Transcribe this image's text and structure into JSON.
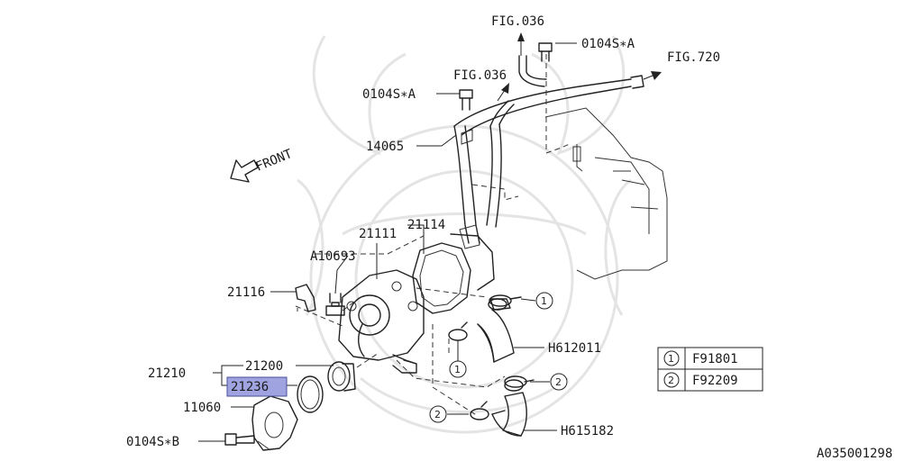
{
  "labels": {
    "fig036_top": "FIG.036",
    "fig036_mid": "FIG.036",
    "fig720": "FIG.720",
    "bolt_a_top": "0104S∗A",
    "bolt_a_mid": "0104S∗A",
    "pipe": "14065",
    "front": "FRONT",
    "gasket_21114": "21114",
    "pump_21111": "21111",
    "bolt_a10693": "A10693",
    "pipe_21116": "21116",
    "assy_21210": "21210",
    "thermo_21200": "21200",
    "gasket_21236": "21236",
    "cover_11060": "11060",
    "bolt_b": "0104S∗B",
    "hose_h612011": "H612011",
    "hose_h615182": "H615182",
    "diagram_id": "A035001298"
  },
  "callouts": {
    "one": "1",
    "two": "2"
  },
  "legend": {
    "rows": [
      {
        "num": "1",
        "part": "F91801"
      },
      {
        "num": "2",
        "part": "F92209"
      }
    ]
  },
  "colors": {
    "highlight": "#9fa3e0",
    "highlight_border": "#4a4f9a",
    "line": "#222222",
    "watermark": "#e4e4e4"
  }
}
